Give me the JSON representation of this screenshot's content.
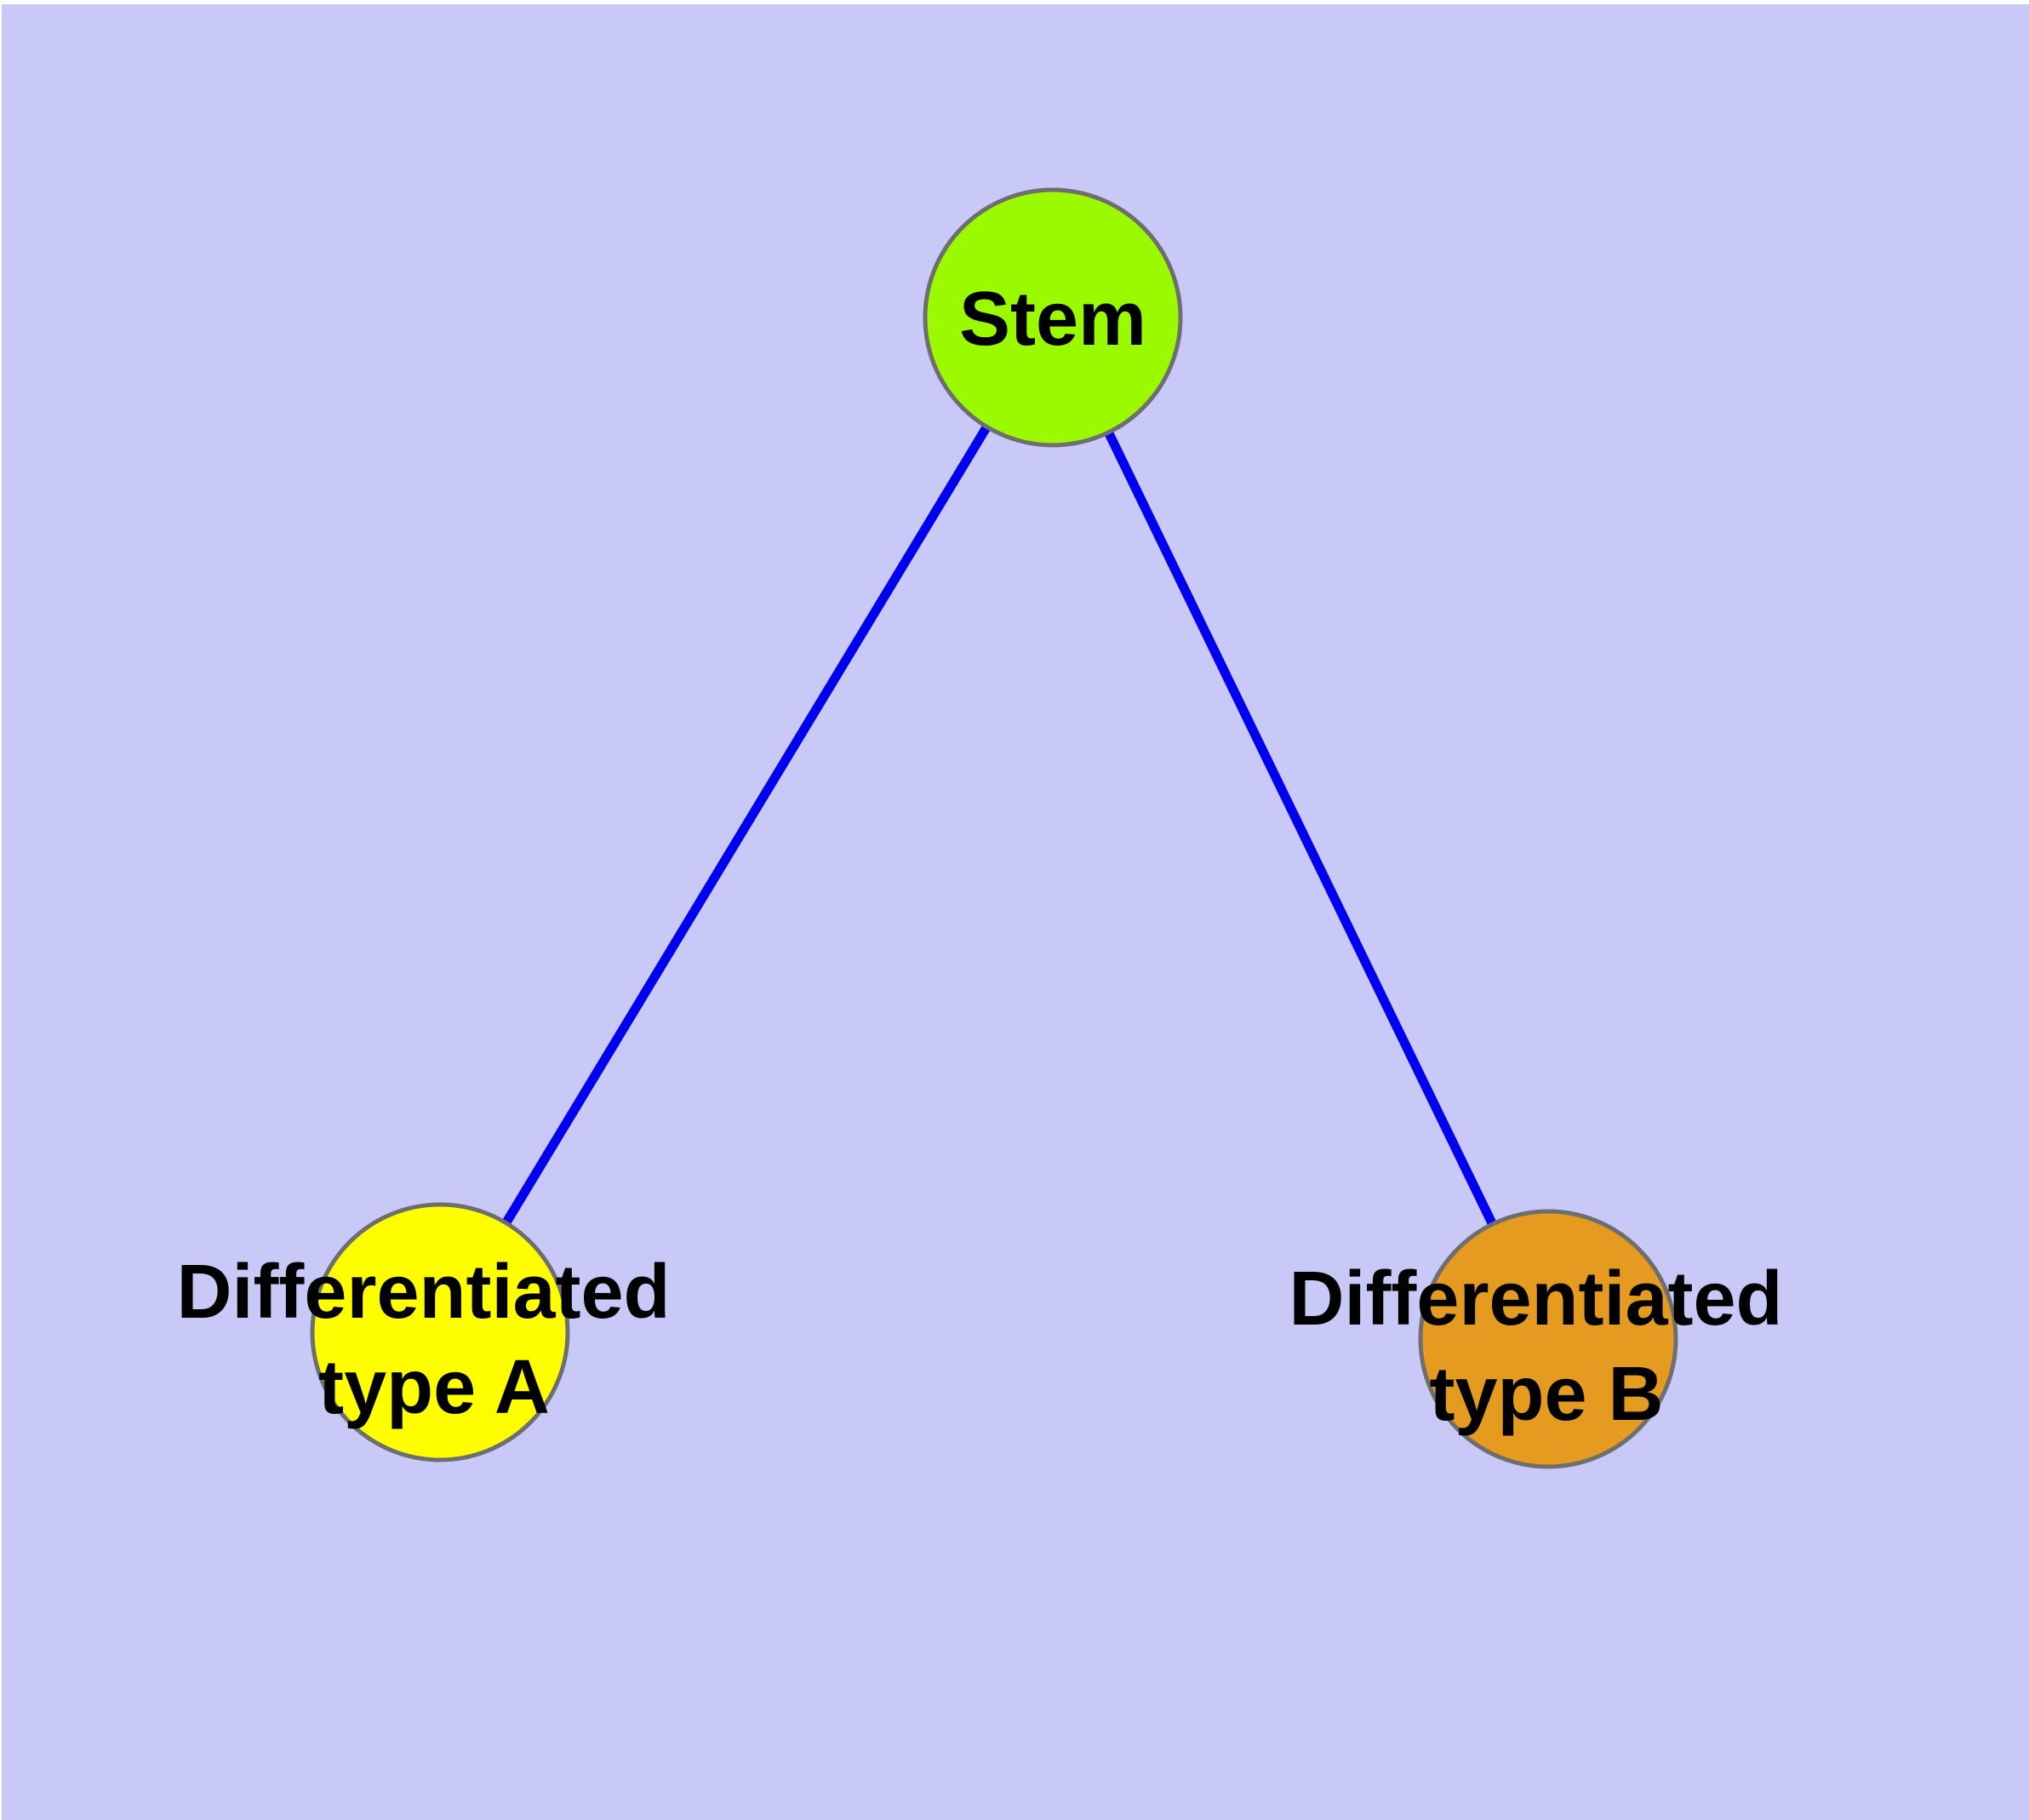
{
  "canvas": {
    "page_background": "#ffffff",
    "plot_background": "#c9c9f8"
  },
  "diagram": {
    "type": "graph",
    "description": "Stem cell differentiation diagram: a Stem node linked to two differentiated cell type nodes",
    "nodes": [
      {
        "id": "stem",
        "label": "Stem",
        "label_lines": {
          "line1": "Stem"
        },
        "fill": "#9bfa00",
        "border": "#6e6e6e"
      },
      {
        "id": "type-a",
        "label": "Differentiated type A",
        "label_lines": {
          "line1": "Differentiated",
          "line2": "type A"
        },
        "fill": "#fefe00",
        "border": "#6e6e6e"
      },
      {
        "id": "type-b",
        "label": "Differentiated type B",
        "label_lines": {
          "line1": "Differentiated",
          "line2": "type B"
        },
        "fill": "#e49b20",
        "border": "#6e6e6e"
      }
    ],
    "edges": [
      {
        "from": "stem",
        "to": "type-a",
        "color": "#0000ee"
      },
      {
        "from": "stem",
        "to": "type-b",
        "color": "#0000ee"
      }
    ],
    "text_color": "#000000"
  }
}
